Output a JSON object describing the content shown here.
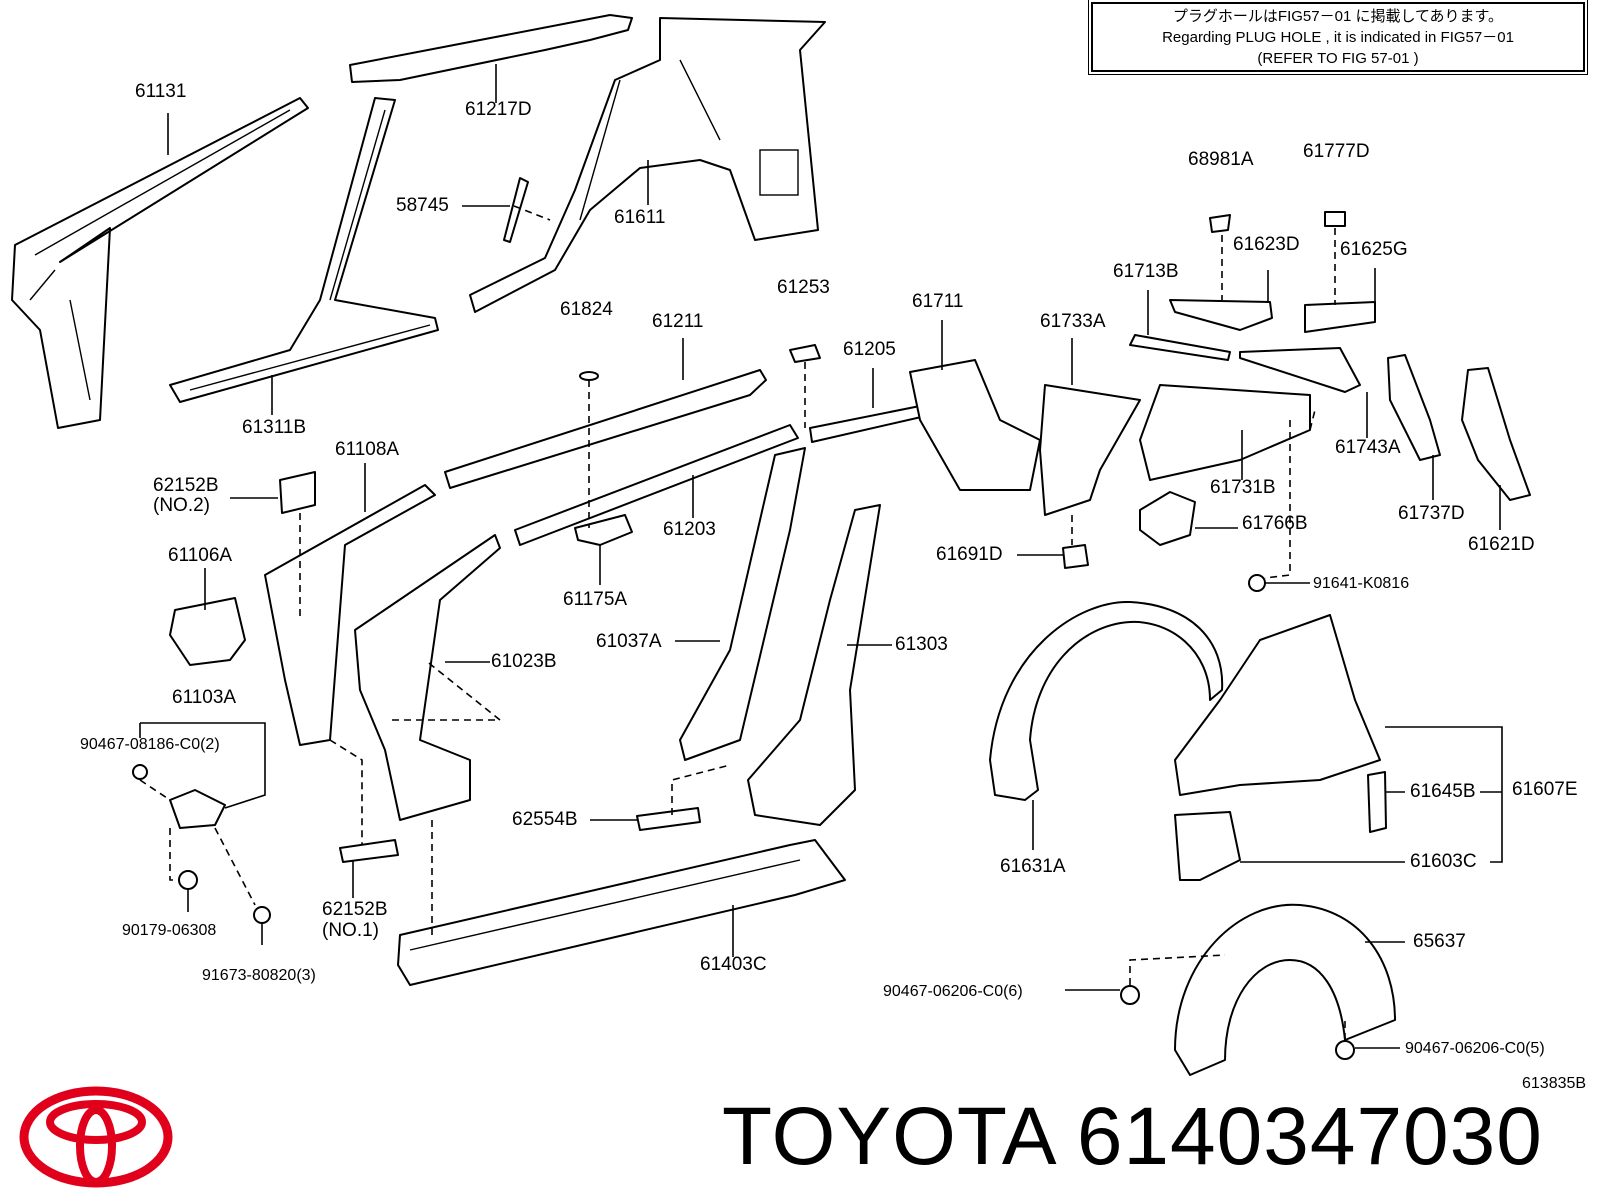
{
  "note": {
    "line1": "プラグホールはFIG57－01 に掲載してあります。",
    "line2": "Regarding  PLUG  HOLE  , it  is  indicated  in  FIG57－01",
    "line3": "(REFER TO FIG 57-01        )"
  },
  "labels": {
    "p61131": "61131",
    "p61217D": "61217D",
    "p58745": "58745",
    "p61611": "61611",
    "p61311B": "61311B",
    "p61824": "61824",
    "p61211": "61211",
    "p61253": "61253",
    "p61205": "61205",
    "p61711": "61711",
    "p61733A": "61733A",
    "p68981A": "68981A",
    "p61777D": "61777D",
    "p61623D": "61623D",
    "p61625G": "61625G",
    "p61713B": "61713B",
    "p62152B2": "62152B",
    "p62152B2_no": "(NO.2)",
    "p61108A": "61108A",
    "p61106A": "61106A",
    "p61203": "61203",
    "p61175A": "61175A",
    "p61037A": "61037A",
    "p61303": "61303",
    "p61023B": "61023B",
    "p61103A": "61103A",
    "p90467_08186": "90467-08186-C0(2)",
    "p62554B": "62554B",
    "p62152B1": "62152B",
    "p62152B1_no": "(NO.1)",
    "p90179": "90179-06308",
    "p91673": "91673-80820(3)",
    "p61403C": "61403C",
    "p61743A": "61743A",
    "p61731B": "61731B",
    "p61766B": "61766B",
    "p61737D": "61737D",
    "p61621D": "61621D",
    "p61691D": "61691D",
    "p91641": "91641-K0816",
    "p61631A": "61631A",
    "p61645B": "61645B",
    "p61607E": "61607E",
    "p61603C": "61603C",
    "p65637": "65637",
    "p90467_06206_6": "90467-06206-C0(6)",
    "p90467_06206_5": "90467-06206-C0(5)",
    "p613835B": "613835B"
  },
  "brand": {
    "text": "TOYOTA 6140347030",
    "logo_color": "#e0001b"
  }
}
